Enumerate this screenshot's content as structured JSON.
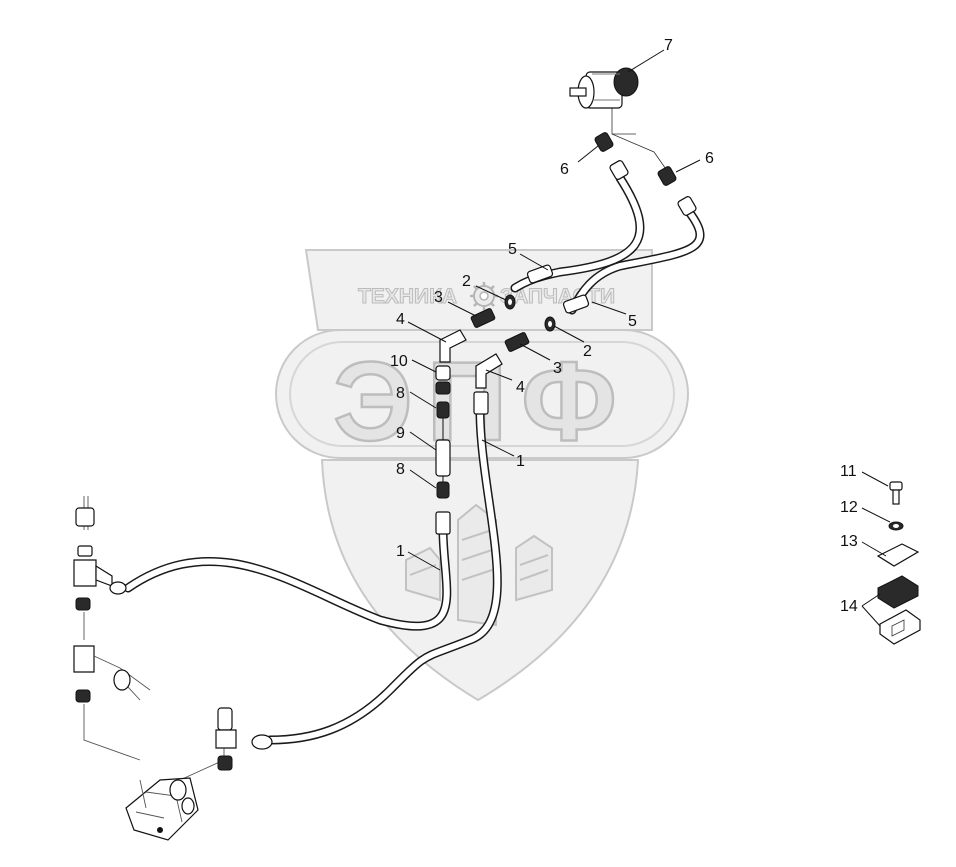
{
  "watermark": {
    "name_left": "ТЕХНИКА",
    "name_right": "ЗАПЧАСТИ",
    "logo_letters": "ЭПФ"
  },
  "callouts": [
    {
      "id": "c7",
      "label": "7"
    },
    {
      "id": "c6a",
      "label": "6"
    },
    {
      "id": "c6b",
      "label": "6"
    },
    {
      "id": "c5a",
      "label": "5"
    },
    {
      "id": "c5b",
      "label": "5"
    },
    {
      "id": "c2a",
      "label": "2"
    },
    {
      "id": "c2b",
      "label": "2"
    },
    {
      "id": "c3a",
      "label": "3"
    },
    {
      "id": "c3b",
      "label": "3"
    },
    {
      "id": "c4a",
      "label": "4"
    },
    {
      "id": "c4b",
      "label": "4"
    },
    {
      "id": "c10",
      "label": "10"
    },
    {
      "id": "c8a",
      "label": "8"
    },
    {
      "id": "c9",
      "label": "9"
    },
    {
      "id": "c8b",
      "label": "8"
    },
    {
      "id": "c1a",
      "label": "1"
    },
    {
      "id": "c1b",
      "label": "1"
    },
    {
      "id": "c11",
      "label": "11"
    },
    {
      "id": "c12",
      "label": "12"
    },
    {
      "id": "c13",
      "label": "13"
    },
    {
      "id": "c14",
      "label": "14"
    }
  ]
}
